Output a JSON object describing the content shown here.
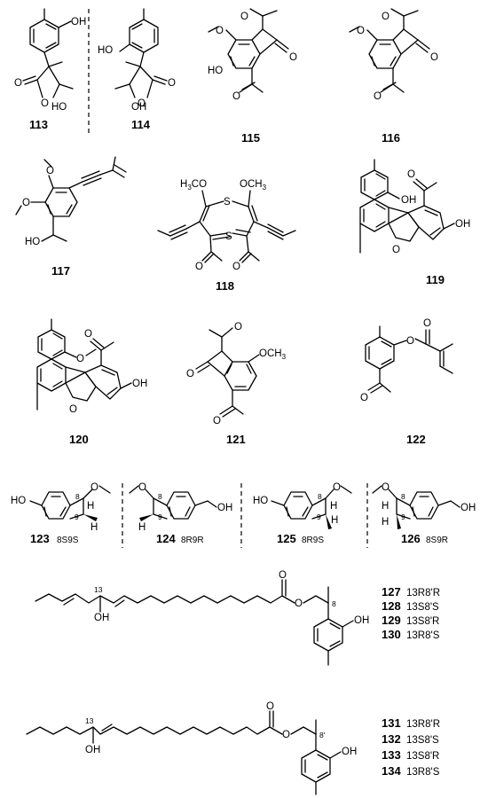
{
  "compounds": [
    {
      "id": "113",
      "label": "113"
    },
    {
      "id": "114",
      "label": "114"
    },
    {
      "id": "115",
      "label": "115"
    },
    {
      "id": "116",
      "label": "116"
    },
    {
      "id": "117",
      "label": "117"
    },
    {
      "id": "118",
      "label": "118"
    },
    {
      "id": "119",
      "label": "119"
    },
    {
      "id": "120",
      "label": "120"
    },
    {
      "id": "121",
      "label": "121"
    },
    {
      "id": "122",
      "label": "122"
    },
    {
      "id": "123",
      "label": "123",
      "config": "8S9S"
    },
    {
      "id": "124",
      "label": "124",
      "config": "8R9R"
    },
    {
      "id": "125",
      "label": "125",
      "config": "8R9S"
    },
    {
      "id": "126",
      "label": "126",
      "config": "8S9R"
    }
  ],
  "series_127_130": [
    {
      "label": "127",
      "config": "13R8'R"
    },
    {
      "label": "128",
      "config": "13S8'S"
    },
    {
      "label": "129",
      "config": "13S8'R"
    },
    {
      "label": "130",
      "config": "13R8'S"
    }
  ],
  "series_131_134": [
    {
      "label": "131",
      "config": "13R8'R"
    },
    {
      "label": "132",
      "config": "13S8'S"
    },
    {
      "label": "133",
      "config": "13S8'R"
    },
    {
      "label": "134",
      "config": "13R8'S"
    }
  ],
  "atom_labels": {
    "OH": "OH",
    "HO": "HO",
    "O": "O",
    "H3CO": "H3CO",
    "OCH3": "OCH3",
    "S": "S",
    "H": "H",
    "loc8": "8",
    "loc9": "9",
    "loc13": "13",
    "loc8p": "8'"
  },
  "prefix_8": "8"
}
